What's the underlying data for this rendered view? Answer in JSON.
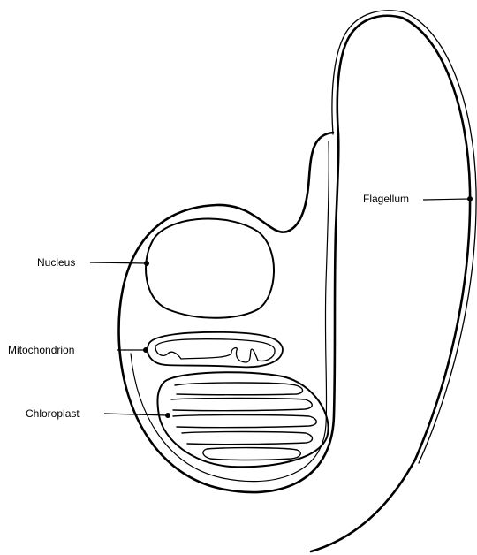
{
  "labels": {
    "nucleus": "Nucleus",
    "mitochondrion": "Mitochondrion",
    "chloroplast": "Chloroplast",
    "flagellum": "Flagellum"
  }
}
